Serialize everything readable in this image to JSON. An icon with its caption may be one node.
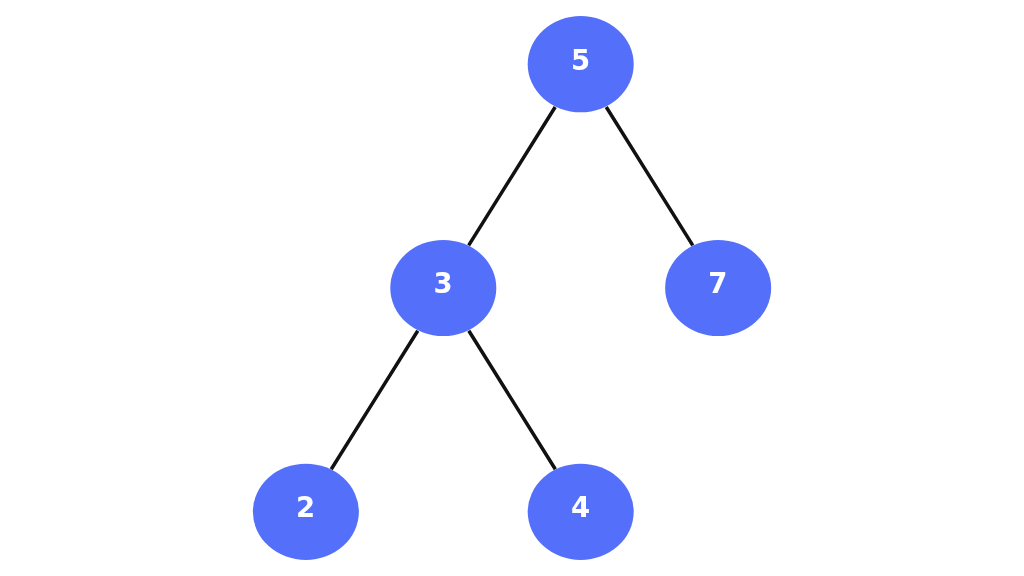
{
  "diagram": {
    "nodes": [
      {
        "text": [
          "5"
        ]
      },
      {
        "text": [
          "3"
        ]
      },
      {
        "text": [
          "7"
        ]
      },
      {
        "text": [
          "2"
        ]
      },
      {
        "text": [
          "4"
        ]
      }
    ],
    "edges": [
      {
        "from": 0,
        "to": 1,
        "arrow": "none"
      },
      {
        "from": 0,
        "to": 2,
        "arrow": "none"
      },
      {
        "from": 1,
        "to": 3,
        "arrow": "none"
      },
      {
        "from": 1,
        "to": 4,
        "arrow": "none"
      }
    ]
  }
}
